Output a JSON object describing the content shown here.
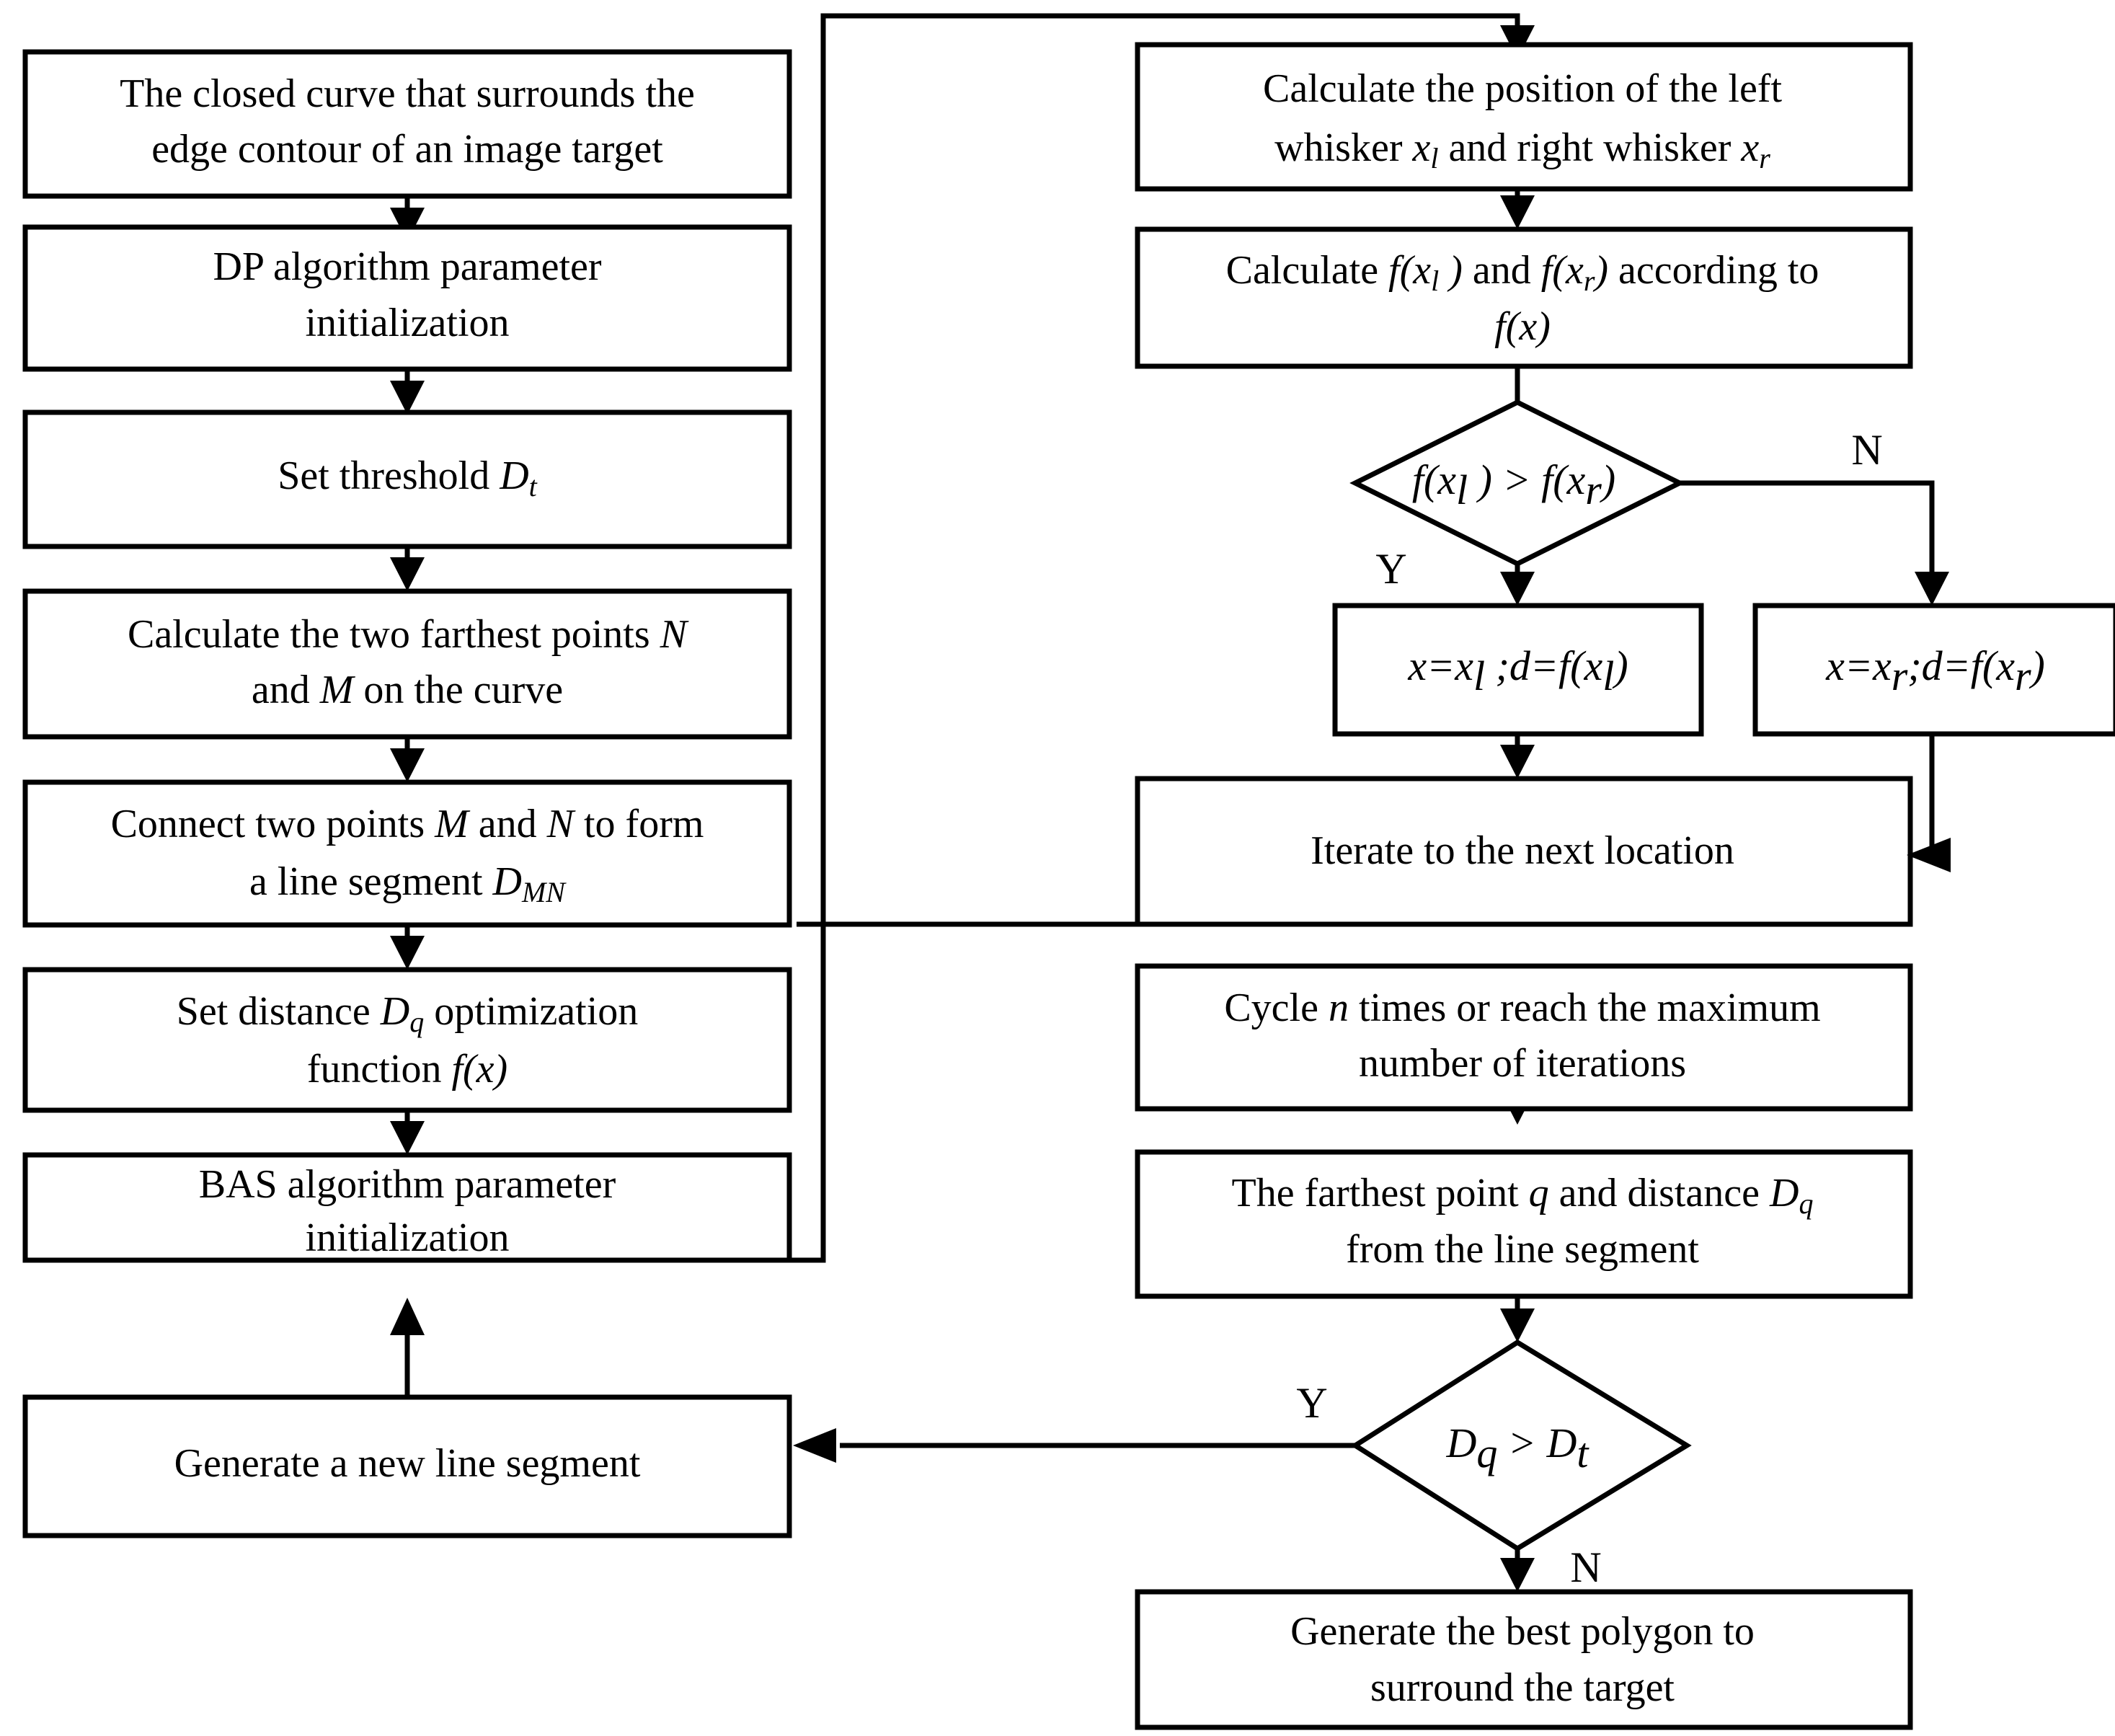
{
  "diagram": {
    "title": "DP + BAS polygon approximation flowchart",
    "type": "flowchart",
    "background_color": "#ffffff",
    "line_color": "#000000",
    "fill_color": "#ffffff"
  },
  "nodes": {
    "closed_curve": {
      "shape": "process",
      "line1": "The closed curve that surrounds the",
      "line2": "edge contour of an image target"
    },
    "dp_init": {
      "shape": "process",
      "line1": "DP algorithm parameter",
      "line2": "initialization"
    },
    "set_threshold": {
      "shape": "process",
      "line1_a": "Set threshold ",
      "line1_var": "D",
      "line1_sub": "t"
    },
    "two_farthest": {
      "shape": "process",
      "line1_a": "Calculate the two farthest points ",
      "line1_var": "N",
      "line2_a": "and ",
      "line2_var": "M",
      "line2_b": " on the curve"
    },
    "connect_points": {
      "shape": "process",
      "line1_a": "Connect two points ",
      "line1_var1": "M",
      "line1_b": " and ",
      "line1_var2": "N",
      "line1_c": " to form",
      "line2_a": "a line segment ",
      "line2_var": "D",
      "line2_sub": "MN"
    },
    "set_distance": {
      "shape": "process",
      "line1_a": "Set distance ",
      "line1_var": "D",
      "line1_sub": "q",
      "line1_b": " optimization",
      "line2_a": "function ",
      "line2_var": "f(x)"
    },
    "bas_init": {
      "shape": "process",
      "line1": "BAS algorithm parameter",
      "line2": "initialization"
    },
    "generate_segment": {
      "shape": "process",
      "line1": "Generate a new line segment"
    },
    "calc_whiskers": {
      "shape": "process",
      "line1": "Calculate the position of the left",
      "line2_a": "whisker  ",
      "line2_var1": "x",
      "line2_sub1": "l",
      "line2_b": " and right whisker ",
      "line2_var2": "x",
      "line2_sub2": "r"
    },
    "calc_f": {
      "shape": "process",
      "line1_a": "Calculate ",
      "line1_f1": "f(x",
      "line1_sub1": "l",
      "line1_f1b": " )",
      "line1_b": " and ",
      "line1_f2": "f(x",
      "line1_sub2": "r",
      "line1_f2b": ")",
      "line1_c": " according to",
      "line2_var": "f(x)"
    },
    "compare_f": {
      "shape": "decision",
      "expr_a": "f(x",
      "expr_sub1": "l",
      "expr_b": " ) > f(x",
      "expr_sub2": "r",
      "expr_c": ")",
      "yes_label": "Y",
      "no_label": "N"
    },
    "assign_left": {
      "shape": "process",
      "expr_a": "x=x",
      "expr_sub1": "l",
      "expr_b": " ;d=f(x",
      "expr_sub2": "l",
      "expr_c": ")"
    },
    "assign_right": {
      "shape": "process",
      "expr_a": "x=x",
      "expr_sub1": "r",
      "expr_b": ";d=f(x",
      "expr_sub2": "r",
      "expr_c": ")"
    },
    "iterate_next": {
      "shape": "process",
      "line1": "Iterate to the next location"
    },
    "cycle_n": {
      "shape": "process",
      "line1_a": "Cycle ",
      "line1_var": "n",
      "line1_b": " times or reach the maximum",
      "line2": "number of iterations"
    },
    "farthest_q": {
      "shape": "process",
      "line1_a": "The farthest point ",
      "line1_var1": "q",
      "line1_b": " and distance ",
      "line1_var2": "D",
      "line1_sub": "q",
      "line2": "from the line segment"
    },
    "compare_d": {
      "shape": "decision",
      "expr_a": "D",
      "expr_sub1": "q",
      "expr_b": " > D",
      "expr_sub2": "t",
      "yes_label": "Y",
      "no_label": "N"
    },
    "best_polygon": {
      "shape": "process",
      "line1": "Generate the best polygon to",
      "line2": "surround the target"
    }
  },
  "edges": [
    {
      "from": "closed_curve",
      "to": "dp_init",
      "label": ""
    },
    {
      "from": "dp_init",
      "to": "set_threshold",
      "label": ""
    },
    {
      "from": "set_threshold",
      "to": "two_farthest",
      "label": ""
    },
    {
      "from": "two_farthest",
      "to": "connect_points",
      "label": ""
    },
    {
      "from": "connect_points",
      "to": "set_distance",
      "label": ""
    },
    {
      "from": "set_distance",
      "to": "bas_init",
      "label": ""
    },
    {
      "from": "bas_init",
      "to": "calc_whiskers",
      "label": ""
    },
    {
      "from": "calc_whiskers",
      "to": "calc_f",
      "label": ""
    },
    {
      "from": "calc_f",
      "to": "compare_f",
      "label": ""
    },
    {
      "from": "compare_f",
      "to": "assign_left",
      "label": "Y"
    },
    {
      "from": "compare_f",
      "to": "assign_right",
      "label": "N"
    },
    {
      "from": "assign_left",
      "to": "iterate_next",
      "label": ""
    },
    {
      "from": "assign_right",
      "to": "iterate_next",
      "label": ""
    },
    {
      "from": "iterate_next",
      "to": "cycle_n",
      "label": ""
    },
    {
      "from": "cycle_n",
      "to": "farthest_q",
      "label": ""
    },
    {
      "from": "farthest_q",
      "to": "compare_d",
      "label": ""
    },
    {
      "from": "compare_d",
      "to": "generate_segment",
      "label": "Y"
    },
    {
      "from": "compare_d",
      "to": "best_polygon",
      "label": "N"
    },
    {
      "from": "generate_segment",
      "to": "bas_init",
      "label": ""
    }
  ]
}
